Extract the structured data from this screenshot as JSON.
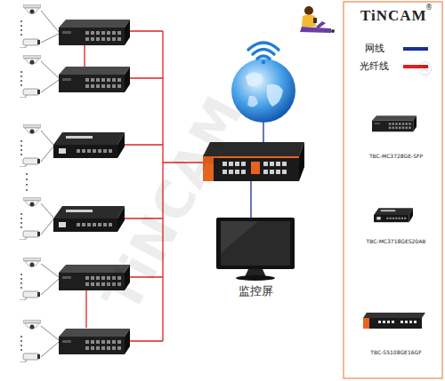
{
  "diagram": {
    "nodes": [
      {
        "text": [
          "监控屏"
        ]
      },
      {
        "text": [
          "TBC-MC3728GE-SFP"
        ]
      },
      {
        "text": [
          "TBC-MC3718GES20AB"
        ]
      },
      {
        "text": [
          "TBC-S5108GE16GF"
        ]
      }
    ],
    "labels": [
      "TiNCAM",
      "®",
      "TiNCAM",
      "®"
    ],
    "legend": [
      {
        "text": "网线"
      },
      {
        "text": "光纤线"
      }
    ]
  }
}
